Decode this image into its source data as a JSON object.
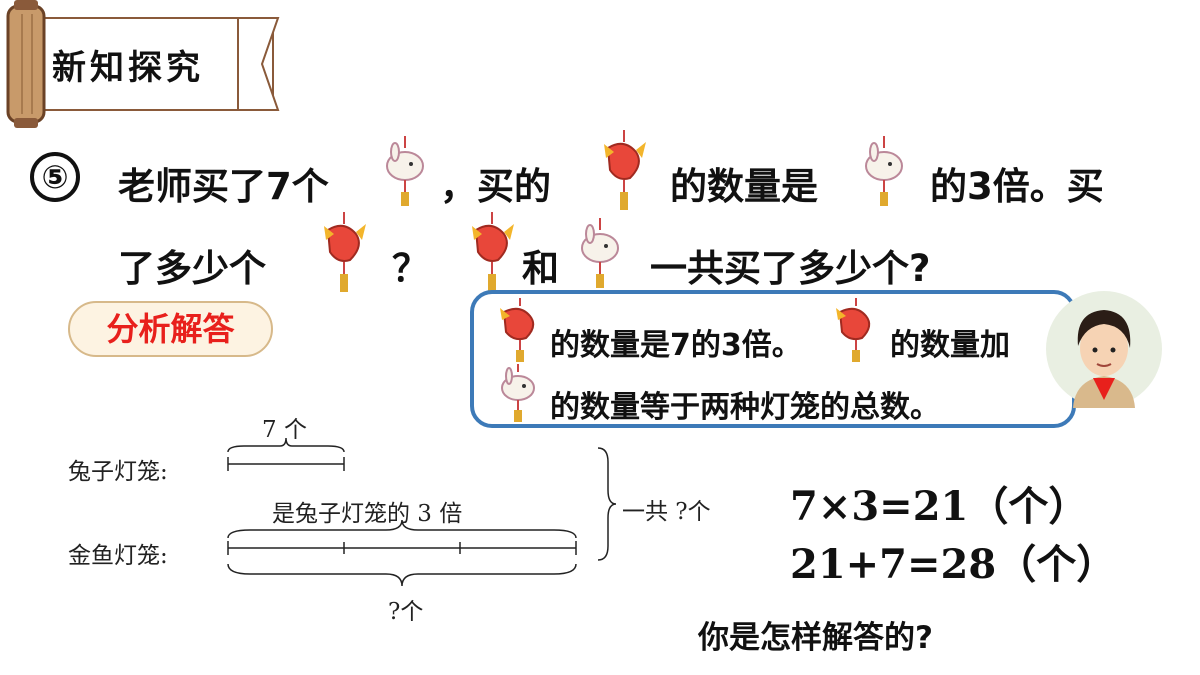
{
  "banner": {
    "title": "新知探究"
  },
  "question": {
    "number": "⑤",
    "line1_a": "老师买了7个",
    "line1_b": "，买的",
    "line1_c": "的数量是",
    "line1_d": "的3倍。买",
    "line2_a": "了多少个",
    "line2_b": "？",
    "line2_c": "和",
    "line2_d": "一共买了多少个?"
  },
  "analysis_label": "分析解答",
  "bubble": {
    "line1_a": "的数量是7的3倍。",
    "line1_b": "的数量加",
    "line2": "的数量等于两种灯笼的总数。"
  },
  "diagram": {
    "rabbit_label": "兔子灯笼:",
    "rabbit_count": "7 个",
    "goldfish_label": "金鱼灯笼:",
    "goldfish_note": "是兔子灯笼的 3 倍",
    "goldfish_total": "?个",
    "total_label": "一共 ?个"
  },
  "equations": {
    "eq1": "7×3=21（个）",
    "eq2": "21+7=28（个）"
  },
  "prompt": "你是怎样解答的?",
  "icons": [
    "rabbit-lantern-icon",
    "goldfish-lantern-icon",
    "scroll-icon",
    "teacher-avatar"
  ],
  "colors": {
    "accent_red": "#e8201c",
    "bubble_border": "#3d7ab8",
    "scroll": "#c89a6a"
  }
}
